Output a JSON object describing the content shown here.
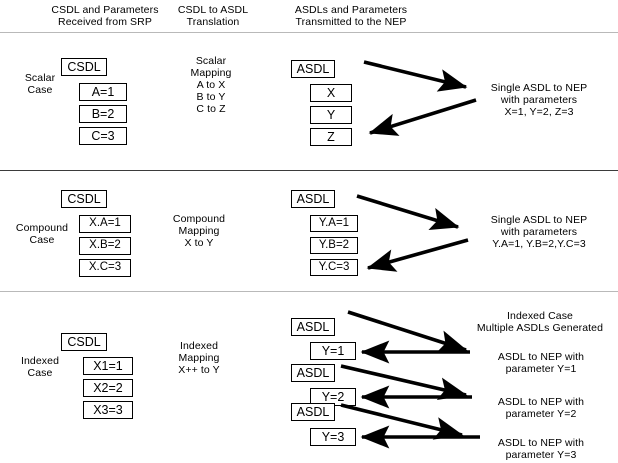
{
  "headers": [
    {
      "line1": "CSDL and Parameters",
      "line2": "Received from SRP"
    },
    {
      "line1": "CSDL to ASDL",
      "line2": "Translation"
    },
    {
      "line1": "ASDLs and Parameters",
      "line2": "Transmitted to the NEP"
    }
  ],
  "sections": [
    {
      "id": "scalar",
      "case_label_line1": "Scalar",
      "case_label_line2": "Case",
      "csdl_box": "CSDL",
      "csdl_params": [
        "A=1",
        "B=2",
        "C=3"
      ],
      "mapping": [
        "Scalar",
        "Mapping",
        "A to X",
        "B to Y",
        "C to Z"
      ],
      "asdl_box": "ASDL",
      "asdl_params": [
        "X",
        "Y",
        "Z"
      ],
      "result_text": [
        "Single ASDL to NEP",
        "with parameters",
        "X=1, Y=2, Z=3"
      ]
    },
    {
      "id": "compound",
      "case_label_line1": "Compound",
      "case_label_line2": "Case",
      "csdl_box": "CSDL",
      "csdl_params": [
        "X.A=1",
        "X.B=2",
        "X.C=3"
      ],
      "mapping": [
        "Compound",
        "Mapping",
        "X to Y"
      ],
      "asdl_box": "ASDL",
      "asdl_params": [
        "Y.A=1",
        "Y.B=2",
        "Y.C=3"
      ],
      "result_text": [
        "Single ASDL to NEP",
        "with parameters",
        "Y.A=1, Y.B=2,Y.C=3"
      ]
    },
    {
      "id": "indexed",
      "case_label_line1": "Indexed",
      "case_label_line2": "Case",
      "csdl_box": "CSDL",
      "csdl_params": [
        "X1=1",
        "X2=2",
        "X3=3"
      ],
      "mapping": [
        "Indexed",
        "Mapping",
        "X++ to Y"
      ],
      "asdl_boxes": [
        "ASDL",
        "ASDL",
        "ASDL"
      ],
      "asdl_params": [
        "Y=1",
        "Y=2",
        "Y=3"
      ],
      "title_text": [
        "Indexed Case",
        "Multiple ASDLs Generated"
      ],
      "results": [
        [
          "ASDL to NEP with",
          "parameter Y=1"
        ],
        [
          "ASDL to NEP with",
          "parameter Y=2"
        ],
        [
          "ASDL to NEP with",
          "parameter Y=3"
        ]
      ]
    }
  ],
  "colors": {
    "stroke": "#000000",
    "separator_light": "#b9b9b9",
    "separator_dark": "#3b3b3b",
    "background": "#ffffff"
  }
}
